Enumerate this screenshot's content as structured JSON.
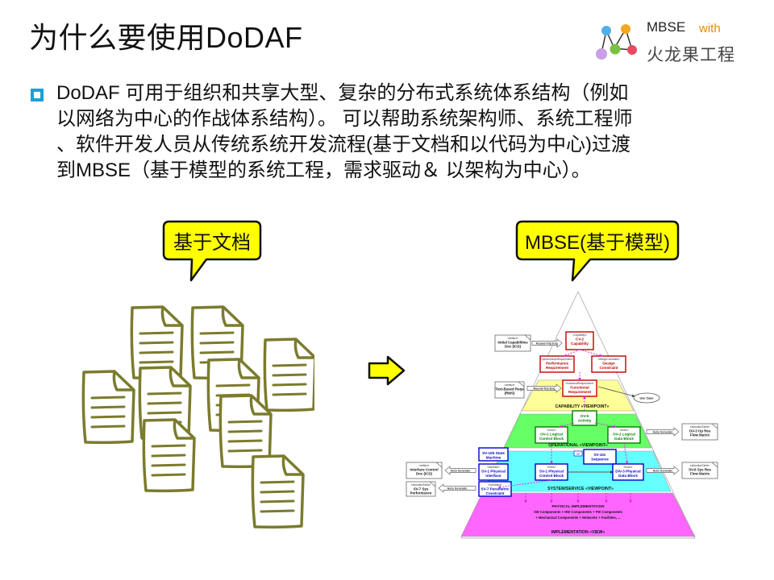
{
  "slide": {
    "title": "为什么要使用DoDAF",
    "logo": {
      "line1": "MBSE",
      "line1_accent": "with",
      "line2": "火龙果工程",
      "accent_color": "#ea8a00",
      "dot_colors": [
        "#4fb0e8",
        "#f5a623",
        "#c9a0e8",
        "#7ac143",
        "#e84a5f"
      ]
    },
    "bullet_color": "#1aa0d8",
    "body_lines": [
      "DoDAF 可用于组织和共享大型、复杂的分布式系统体系结构（例如",
      "以网络为中心的作战体系结构）。 可以帮助系统架构师、系统工程师",
      "、软件开发人员从传统系统开发流程(基于文档和以代码为中心)过渡",
      "到MBSE（基于模型的系统工程，需求驱动＆ 以架构为中心）。"
    ],
    "callout_left": "基于文档",
    "callout_right": "MBSE(基于模型)",
    "callout_fill": "#ffff00",
    "arrow_fill": "#ffff00"
  },
  "pyramid": {
    "layer_colors": [
      "#ffff99",
      "#66ff66",
      "#66ffff",
      "#ff66ff"
    ],
    "tiers": [
      "CAPABILITY «VIEWPOINT»",
      "OPERATIONAL «VIEWPOINT»",
      "SYSTEM/SERVICE «VIEWPOINT»",
      "IMPLEMENTATION «VIEW»"
    ],
    "impl_lines": [
      "PHYSICAL IMPLEMENTATION",
      "SW Components + HW Components + FW Components",
      "+ Mechanical Components + Networks + Facilities, ..."
    ],
    "boxes": [
      {
        "id": "cv2",
        "stereo": "«Capability»",
        "label": "CV-2 Capability",
        "color": "#c00000"
      },
      {
        "id": "perf",
        "stereo": "«performanceRequirement»",
        "label": "Performance Requirement",
        "color": "#c00000"
      },
      {
        "id": "design",
        "stereo": "«designConstraint»",
        "label": "Design Constraint",
        "color": "#c00000"
      },
      {
        "id": "func",
        "stereo": "«functionalRequirement»",
        "label": "Functional Requirement",
        "color": "#c00000"
      },
      {
        "id": "ov5",
        "stereo": "",
        "label": "OV-5 Activity",
        "color": "#008000"
      },
      {
        "id": "ov2",
        "stereo": "«block»",
        "label": "OV-2 Logical Control Block",
        "color": "#008000"
      },
      {
        "id": "ov7",
        "stereo": "«block»",
        "label": "OV-2 Logical Data Block",
        "color": "#008000"
      },
      {
        "id": "sv10b",
        "stereo": "",
        "label": "SV-10b State Machine",
        "color": "#0000cc"
      },
      {
        "id": "sv10c",
        "stereo": "",
        "label": "SV-10c Sequence",
        "color": "#0000cc"
      },
      {
        "id": "sv1i",
        "stereo": "«interface»",
        "label": "SV-1 Physical Interface",
        "color": "#0000cc"
      },
      {
        "id": "sv1c",
        "stereo": "«block»",
        "label": "SV-1 Physical Control Block",
        "color": "#0000cc"
      },
      {
        "id": "dv3",
        "stereo": "«block»",
        "label": "DIV-3 Physical Data Block",
        "color": "#0000cc"
      },
      {
        "id": "sv7",
        "stereo": "«constraint»",
        "label": "SV-7 Parametric Constraint",
        "color": "#0000cc"
      }
    ],
    "side_items": [
      {
        "id": "icd",
        "stereo": "«artifact»",
        "label": "Initial Capabilities Doc (ICD)"
      },
      {
        "id": "text",
        "stereo": "«artifact»",
        "label": "Text-Based Reqs (RMS)"
      },
      {
        "id": "icd2",
        "stereo": "«artifact»",
        "label": "Interface Control Doc (ICD)"
      },
      {
        "id": "sv7p",
        "stereo": "«allocationTable»",
        "label": "SV-7 Sys Performance"
      },
      {
        "id": "ov3",
        "stereo": "«allocationTable»",
        "label": "OV-3 Op Res Flow Matrix"
      },
      {
        "id": "sv6",
        "stereo": "«allocationTable»",
        "label": "SV-6 Sys Res Flow Matrix"
      }
    ],
    "arrow_labels": {
      "round_trip_1": "Round-Trip Eng",
      "round_trip_2": "Round-Trip Eng",
      "use_case": "Use Case",
      "auto_1": "Auto Generate",
      "auto_2": "Auto Generate",
      "auto_3": "Auto Generate",
      "auto_4": "Auto Generate",
      "ref": "ref"
    }
  }
}
